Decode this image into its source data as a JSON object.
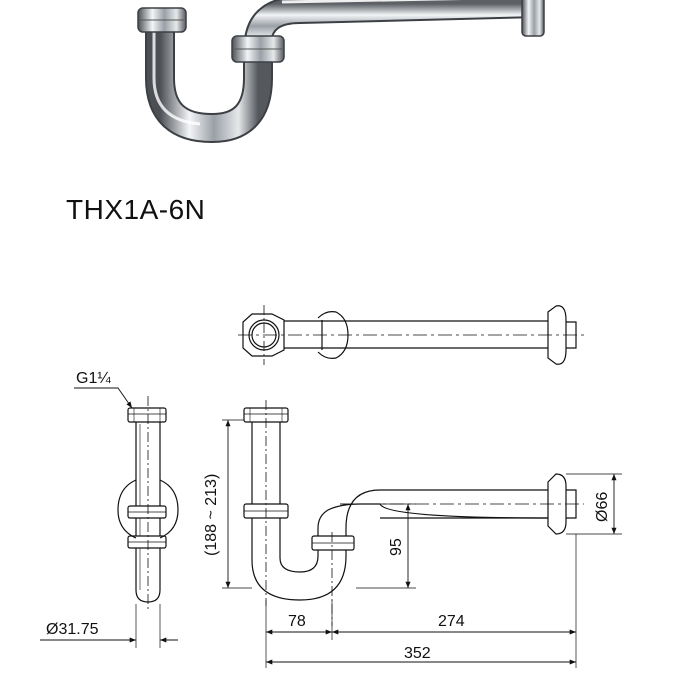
{
  "product": {
    "model": "THX1A-6N"
  },
  "dimensions": {
    "thread": "G1¼",
    "pipe_diameter": "Ø31.75",
    "height_range": "(188 ~ 213)",
    "trap_depth": "95",
    "flange_diameter": "Ø66",
    "offset_78": "78",
    "length_274": "274",
    "total_352": "352"
  },
  "colors": {
    "line": "#111111",
    "chrome_dark": "#6e7378",
    "chrome_light": "#f4f6f8"
  }
}
